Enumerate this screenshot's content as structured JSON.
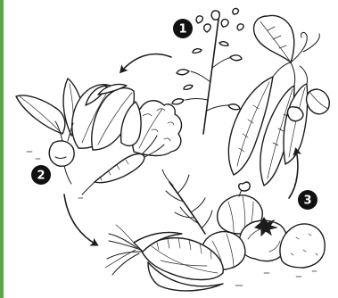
{
  "colors": {
    "accent_bar": "#5aa846",
    "ink": "#1c1c1c",
    "badge_fill": "#111111",
    "badge_text": "#ffffff"
  },
  "steps": [
    {
      "number": "1",
      "icon": "legume-plants-icon"
    },
    {
      "number": "2",
      "icon": "leafy-greens-root-vegetables-icon"
    },
    {
      "number": "3",
      "icon": "corn-tomato-squash-icon"
    }
  ],
  "arrows": [
    {
      "from": "1",
      "to": "2",
      "icon": "curved-arrow-icon"
    },
    {
      "from": "2",
      "to": "3",
      "icon": "curved-arrow-icon"
    },
    {
      "from": "3",
      "to": "1",
      "icon": "curved-arrow-icon"
    }
  ]
}
